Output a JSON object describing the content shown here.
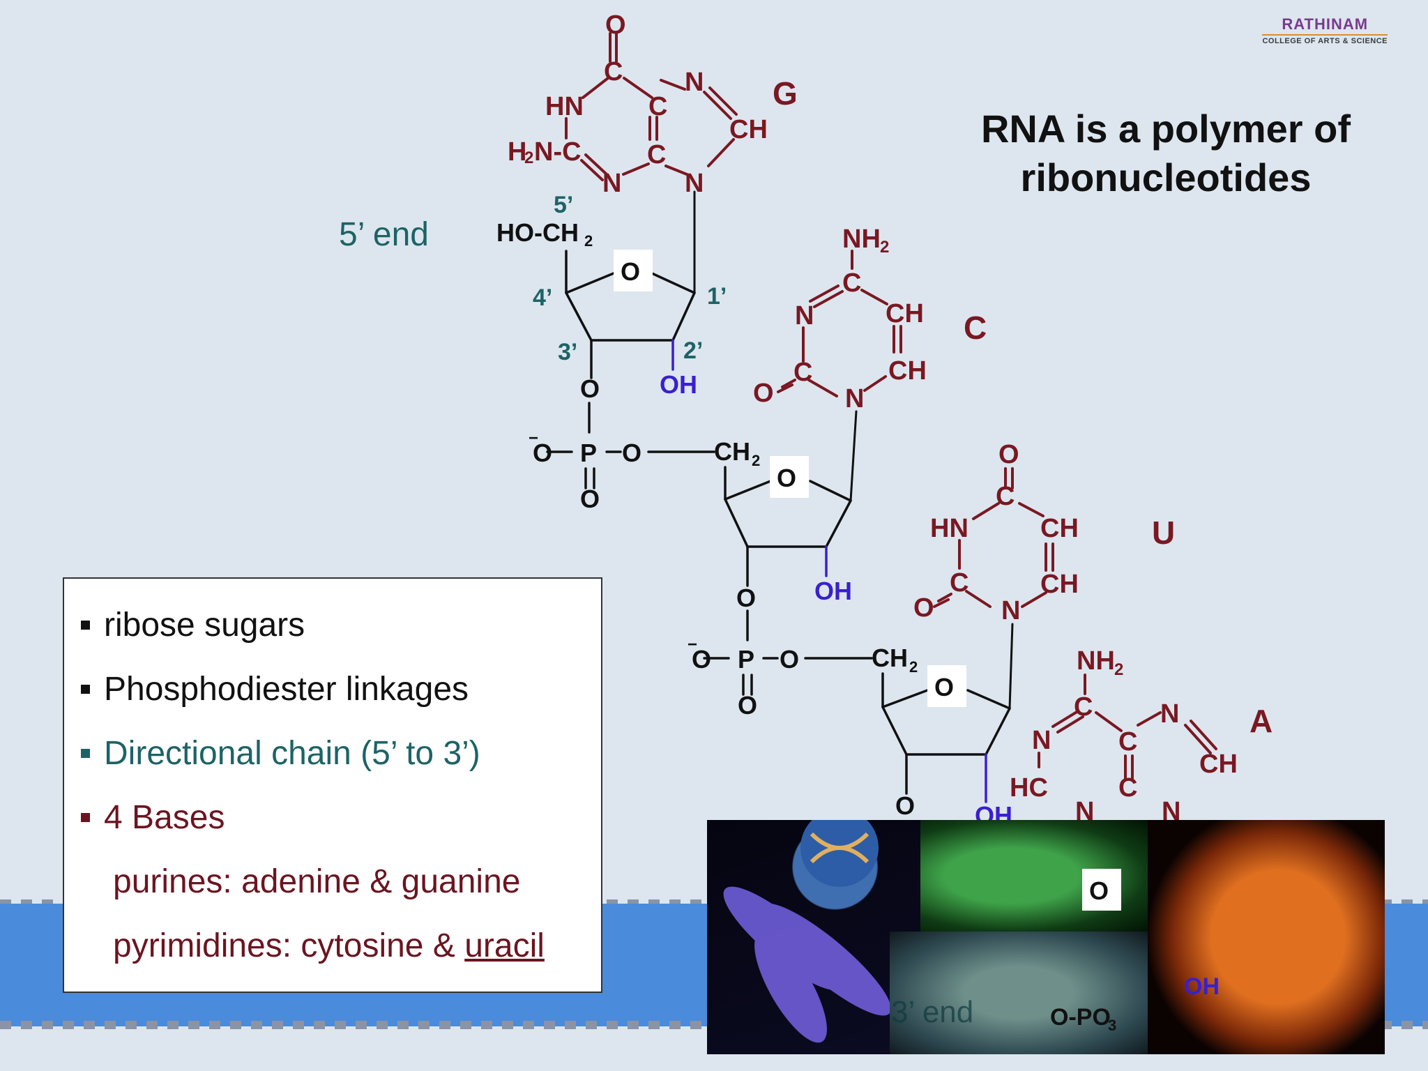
{
  "logo": {
    "name": "RATHINAM",
    "subtitle": "COLLEGE OF ARTS & SCIENCE"
  },
  "title": {
    "line1": "RNA is a polymer of",
    "line2": "ribonucleotides"
  },
  "diagram": {
    "five_prime_end": "5’ end",
    "three_prime_end": "3’ end",
    "base_letters": {
      "G": "G",
      "C": "C",
      "U": "U",
      "A": "A"
    },
    "carbon_labels": {
      "c5": "5’",
      "c4": "4’",
      "c3": "3’",
      "c2": "2’",
      "c1": "1’"
    },
    "atoms": {
      "ho_ch2": "HO-CH",
      "ring_o": "O",
      "oh": "OH",
      "o": "O",
      "p": "P",
      "o_minus": "O",
      "ch2": "CH",
      "ch": "CH",
      "c": "C",
      "n": "N",
      "hn": "HN",
      "hc": "HC",
      "nh2": "NH",
      "h2n": "H",
      "opo3": "O-PO"
    },
    "colors": {
      "base": "#7a1822",
      "backbone": "#111111",
      "carbon_label": "#1d6366",
      "hydroxyl": "#3a1fd0",
      "five_prime": "#1d6366"
    }
  },
  "bullets": [
    {
      "text": "ribose sugars",
      "color": "black"
    },
    {
      "text": "Phosphodiester linkages",
      "color": "black"
    },
    {
      "text": "Directional chain (5’ to 3’)",
      "color": "teal"
    },
    {
      "text": "4 Bases",
      "color": "maroon"
    }
  ],
  "sub_bullets": {
    "purines": "purines: adenine & guanine",
    "pyrimidines_prefix": "pyrimidines: cytosine & ",
    "pyrimidines_uracil": "uracil"
  }
}
